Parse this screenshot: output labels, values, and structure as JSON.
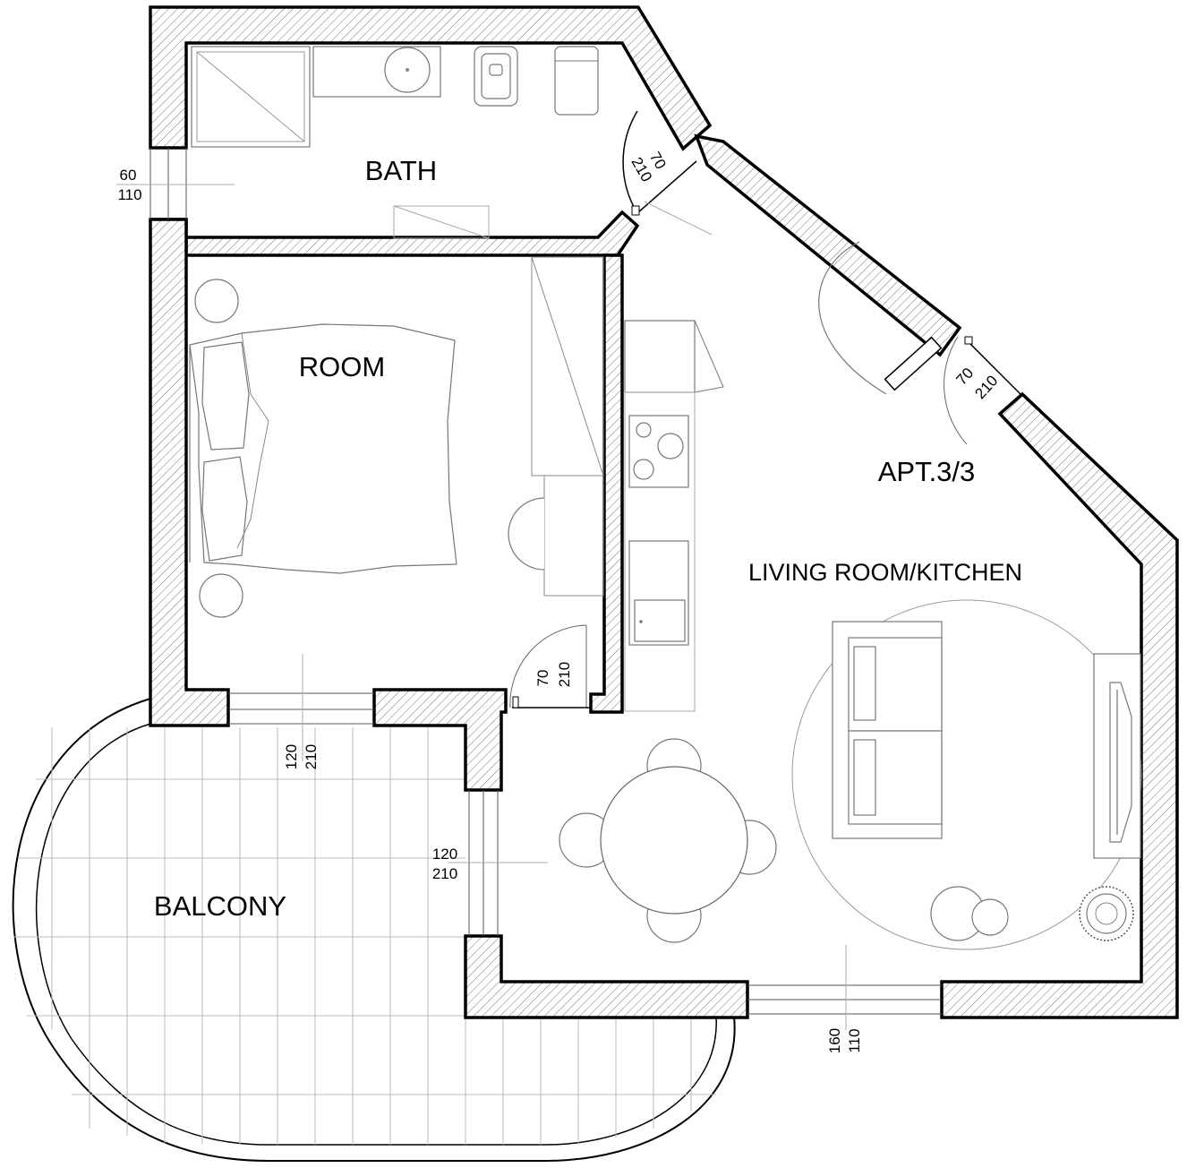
{
  "rooms": {
    "bath": "BATH",
    "room": "ROOM",
    "apartment": "APT.3/3",
    "living": "LIVING ROOM/KITCHEN",
    "balcony": "BALCONY"
  },
  "dimensions": {
    "bath_window": {
      "width": "60",
      "height": "110"
    },
    "bath_door": {
      "width": "70",
      "height": "210"
    },
    "entry_door": {
      "width": "70",
      "height": "210"
    },
    "room_door": {
      "width": "70",
      "height": "210"
    },
    "room_balcony_door": {
      "width": "120",
      "height": "210"
    },
    "living_balcony_door": {
      "width": "120",
      "height": "210"
    },
    "living_window": {
      "width": "160",
      "height": "110"
    }
  }
}
